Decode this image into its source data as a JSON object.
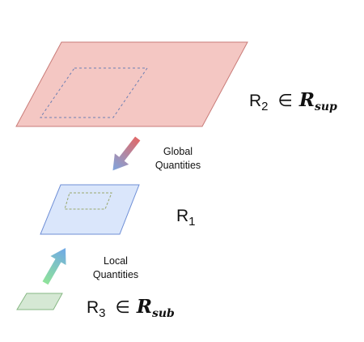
{
  "regions": {
    "r2": {
      "label_main": "R",
      "label_sub": "2",
      "element_of": "∈",
      "set_main": "R",
      "set_sub": "sup",
      "fill_color": "#f4c7c3",
      "stroke_color": "#c97b78",
      "inner_dash_color": "#6d7fb3"
    },
    "r1": {
      "label_main": "R",
      "label_sub": "1",
      "fill_color": "#dae6fb",
      "stroke_color": "#6f8fd6",
      "inner_dash_color": "#9aa86e"
    },
    "r3": {
      "label_main": "R",
      "label_sub": "3",
      "element_of": "∈",
      "set_main": "R",
      "set_sub": "sub",
      "fill_color": "#d5e8d4",
      "stroke_color": "#86b883"
    }
  },
  "arrows": {
    "global": {
      "line1": "Global",
      "line2": "Quantities",
      "color_start": "#e06a6a",
      "color_end": "#7ea6e0"
    },
    "local": {
      "line1": "Local",
      "line2": "Quantities",
      "color_start": "#8fe39a",
      "color_end": "#6fa8e8"
    }
  }
}
